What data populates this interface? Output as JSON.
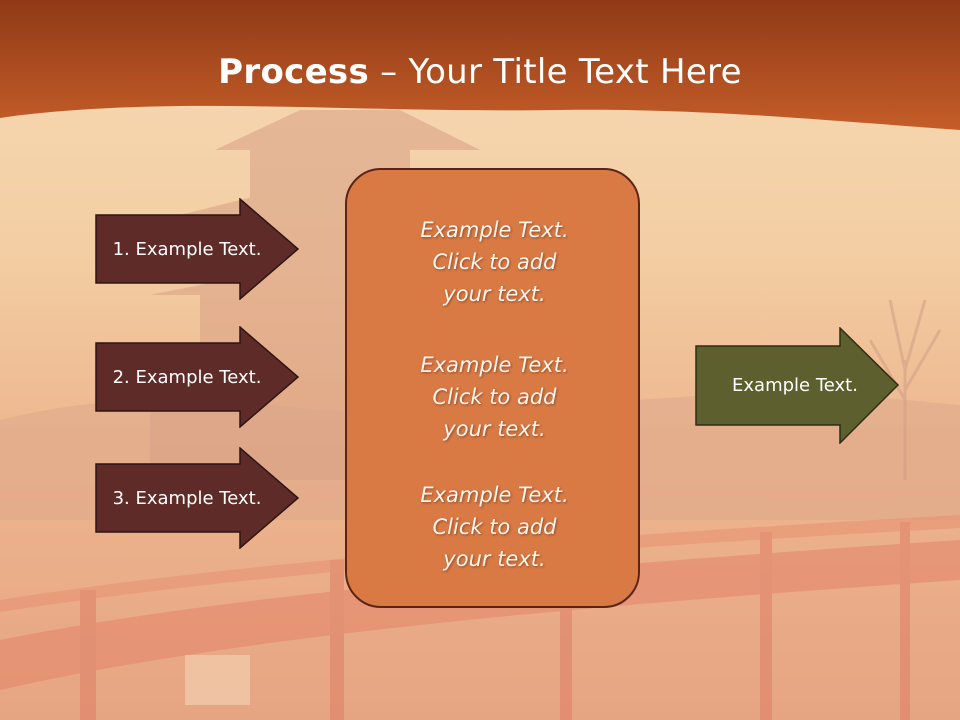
{
  "slide": {
    "title_bold": "Process",
    "title_rest": " – Your Title Text Here",
    "steps": [
      {
        "label": "1. Example Text."
      },
      {
        "label": "2. Example Text."
      },
      {
        "label": "3. Example Text."
      }
    ],
    "center_blocks": [
      {
        "line1": "Example Text.",
        "line2": "Click  to add",
        "line3": "your text."
      },
      {
        "line1": "Example Text.",
        "line2": "Click  to add",
        "line3": "your text."
      },
      {
        "line1": "Example Text.",
        "line2": "Click  to add",
        "line3": "your text."
      }
    ],
    "output_label": "Example Text.",
    "colors": {
      "header": "#b54e1f",
      "step_arrow": "#5e2b28",
      "center_box": "#d97a45",
      "output_arrow": "#5d5f2e"
    }
  }
}
